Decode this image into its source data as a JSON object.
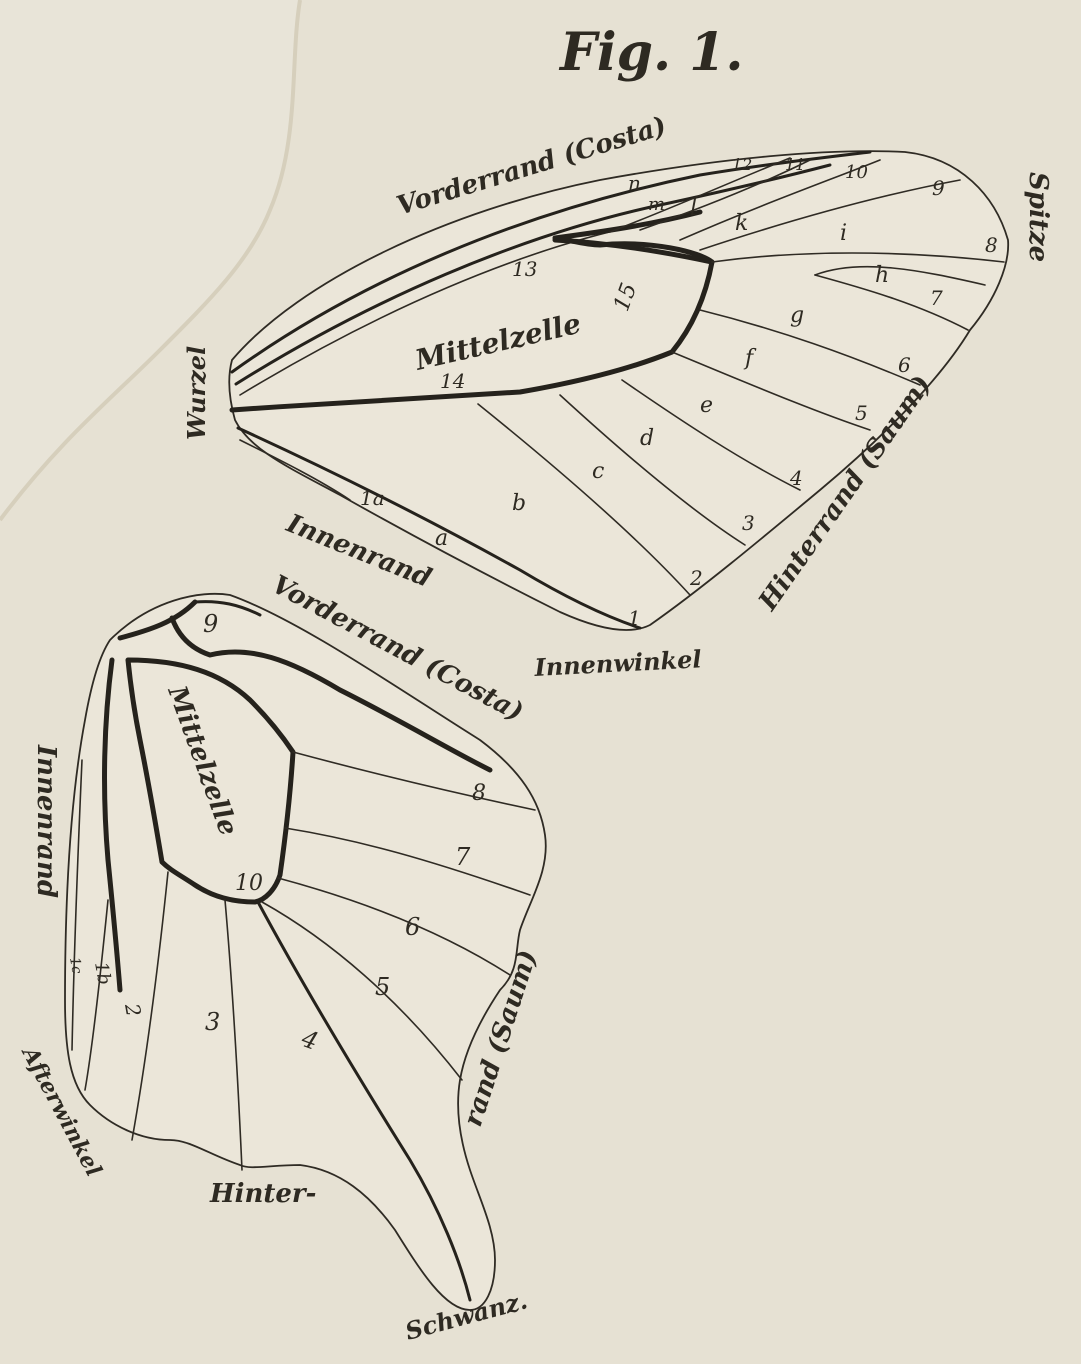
{
  "figure": {
    "title": "Fig. 1."
  },
  "forewing": {
    "labels": {
      "costa": "Vorderrand (Costa)",
      "apex": "Spitze",
      "base": "Wurzel",
      "cell": "Mittelzelle",
      "inner_margin": "Innenrand",
      "outer_margin": "Hinterrand (Saum)",
      "inner_angle": "Innenwinkel"
    },
    "vein_numbers": [
      "1a",
      "1",
      "2",
      "3",
      "4",
      "5",
      "6",
      "7",
      "8",
      "9",
      "10",
      "11",
      "12",
      "13",
      "14",
      "15"
    ],
    "cell_letters": [
      "a",
      "b",
      "c",
      "d",
      "e",
      "f",
      "g",
      "h",
      "i",
      "k",
      "l",
      "m",
      "n"
    ]
  },
  "hindwing": {
    "labels": {
      "costa": "Vorderrand (Costa)",
      "cell": "Mittelzelle",
      "inner_margin": "Innenrand",
      "outer_margin_a": "Hinter-",
      "outer_margin_b": "rand (Saum)",
      "anal_angle": "Afterwinkel",
      "tail": "Schwanz."
    },
    "vein_numbers": [
      "1c",
      "1b",
      "2",
      "3",
      "4",
      "5",
      "6",
      "7",
      "8",
      "9",
      "10"
    ]
  }
}
